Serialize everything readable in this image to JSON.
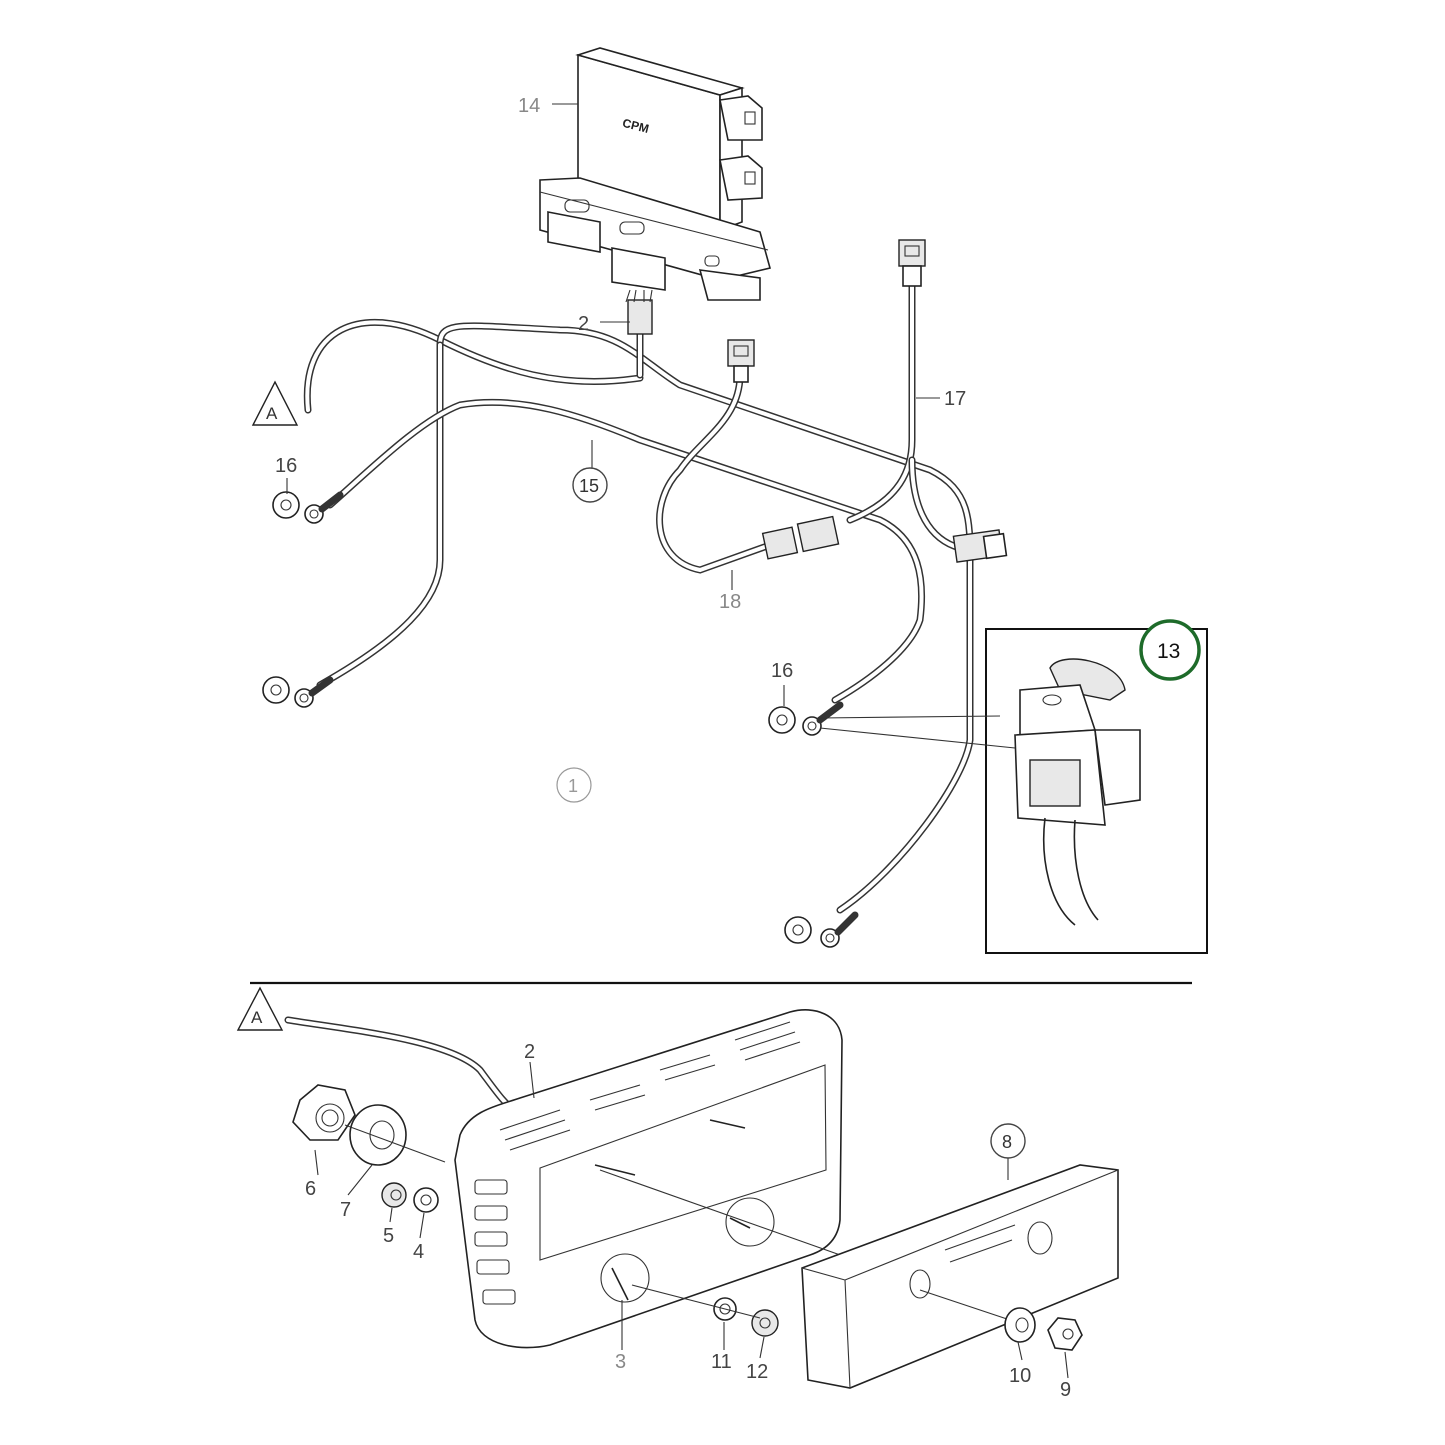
{
  "cpm_label": "CPM",
  "callouts": {
    "c14": "14",
    "c2_top": "2",
    "cA_top": "A",
    "c16_left": "16",
    "c15": "15",
    "c17": "17",
    "c18": "18",
    "c16_right": "16",
    "c13": "13",
    "c1": "1",
    "cA_bottom": "A",
    "c2_bottom": "2",
    "c6": "6",
    "c7": "7",
    "c5": "5",
    "c4": "4",
    "c3": "3",
    "c11": "11",
    "c12": "12",
    "c8": "8",
    "c10": "10",
    "c9": "9"
  },
  "colors": {
    "highlight_circle": "#1e6b2a",
    "line": "#222222"
  }
}
